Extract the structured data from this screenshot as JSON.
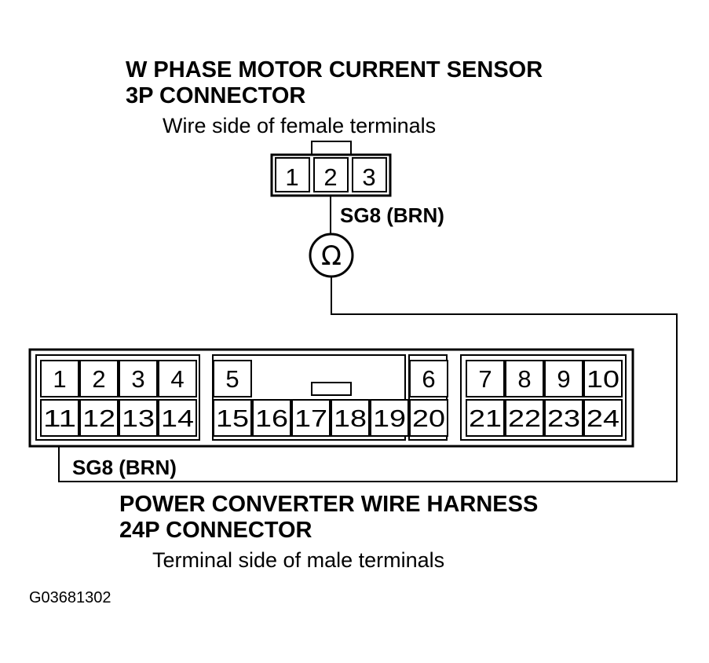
{
  "top_connector": {
    "title_line1": "W PHASE MOTOR CURRENT SENSOR",
    "title_line2": "3P CONNECTOR",
    "subtitle": "Wire side of female terminals",
    "pins": [
      "1",
      "2",
      "3"
    ]
  },
  "wire_top_label": "SG8 (BRN)",
  "meter_symbol": "Ω",
  "meter_icon": "ohmmeter-icon",
  "bottom_connector": {
    "title_line1": "POWER CONVERTER WIRE HARNESS",
    "title_line2": "24P CONNECTOR",
    "subtitle": "Terminal side of male terminals",
    "pins_row1": [
      "1",
      "2",
      "3",
      "4",
      "5",
      "6",
      "7",
      "8",
      "9",
      "10"
    ],
    "pins_row2": [
      "11",
      "12",
      "13",
      "14",
      "15",
      "16",
      "17",
      "18",
      "19",
      "20",
      "21",
      "22",
      "23",
      "24"
    ]
  },
  "wire_bottom_label": "SG8 (BRN)",
  "figure_code": "G03681302"
}
